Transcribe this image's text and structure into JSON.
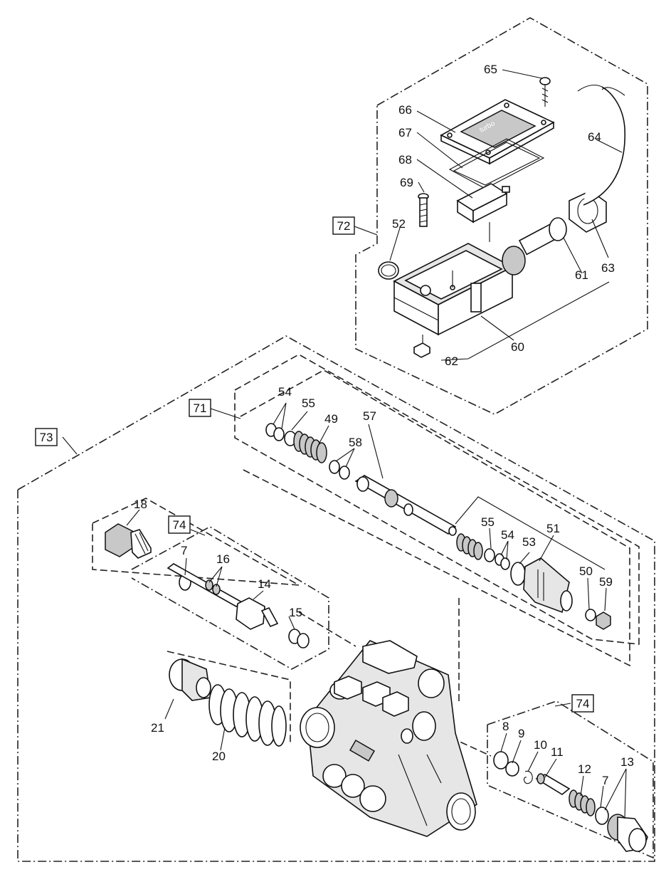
{
  "callouts": [
    "65",
    "66",
    "67",
    "68",
    "69",
    "52",
    "64",
    "63",
    "61",
    "60",
    "62",
    "54",
    "55",
    "49",
    "58",
    "57",
    "18",
    "7",
    "16",
    "14",
    "15",
    "55",
    "54",
    "53",
    "51",
    "50",
    "59",
    "21",
    "20",
    "8",
    "9",
    "10",
    "11",
    "12",
    "7",
    "13"
  ],
  "boxed_callouts": [
    "72",
    "71",
    "73",
    "74",
    "74"
  ],
  "switch_cover_text": "turbo"
}
